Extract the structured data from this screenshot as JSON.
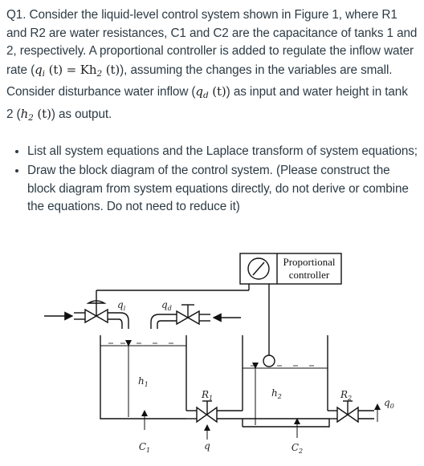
{
  "question": {
    "intro_1": "Q1. Consider the liquid-level control system shown in Figure 1, where R1 and R2 are water resistances, C1 and C2 are the capacitance of tanks 1 and 2, respectively. A proportional controller is added to regulate the inflow water rate (",
    "intro_2": "), assuming the changes in the variables are small. Consider disturbance water inflow (",
    "intro_3": ") as input and water height in tank 2 (",
    "intro_4": ") as output.",
    "bullets": [
      "List all system equations and the Laplace transform of system equations;",
      "Draw the block diagram of the control system. (Please construct the block diagram from system equations directly, do not derive or combine the equations. Do not need to reduce it)"
    ]
  },
  "math": {
    "qi_t": "(t) = Kh",
    "qd_t": "(t)",
    "h2_t": "(t)"
  },
  "figure": {
    "controller_line1": "Proportional",
    "controller_line2": "controller",
    "labels": {
      "qi": "qi",
      "qd": "qd",
      "h1": "h1",
      "h2": "h2",
      "R1": "R1",
      "R2": "R2",
      "C1": "C1",
      "C2": "C2",
      "q": "q",
      "qo": "qo"
    }
  }
}
